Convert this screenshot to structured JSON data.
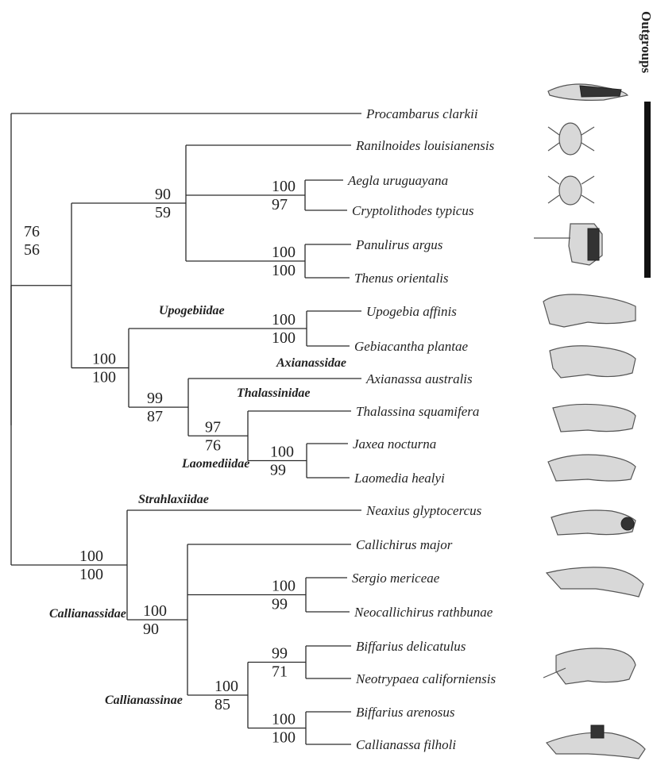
{
  "outgroup_label": "Outgroups",
  "taxa": [
    "Procambarus clarkii",
    "Ranilnoides louisianensis",
    "Aegla uruguayana",
    "Cryptolithodes typicus",
    "Panulirus argus",
    "Thenus orientalis",
    "Upogebia affinis",
    "Gebiacantha plantae",
    "Axianassa australis",
    "Thalassina squamifera",
    "Jaxea nocturna",
    "Laomedia healyi",
    "Neaxius glyptocercus",
    "Callichirus major",
    "Sergio mericeae",
    "Neocallichirus rathbunae",
    "Biffarius delicatulus",
    "Neotrypaea californiensis",
    "Biffarius arenosus",
    "Callianassa filholi"
  ],
  "support": {
    "n_root": [
      "76",
      "56"
    ],
    "n_outgroup": [
      "90",
      "59"
    ],
    "n_aegla": [
      "100",
      "97"
    ],
    "n_palinurid": [
      "100",
      "100"
    ],
    "n_gebiidea": [
      "100",
      "100"
    ],
    "n_upogebiidae": [
      "100",
      "100"
    ],
    "n_axian_thal": [
      "99",
      "87"
    ],
    "n_thal_laom": [
      "97",
      "76"
    ],
    "n_laomediidae": [
      "100",
      "99"
    ],
    "n_axiidea": [
      "100",
      "100"
    ],
    "n_callianassidae": [
      "100",
      "90"
    ],
    "n_sergio": [
      "100",
      "99"
    ],
    "n_callianassinae": [
      "100",
      "85"
    ],
    "n_biffarius_d": [
      "99",
      "71"
    ],
    "n_biffarius_a": [
      "100",
      "100"
    ]
  },
  "families": {
    "upogebiidae": "Upogebiidae",
    "axianassidae": "Axianassidae",
    "thalassinidae": "Thalassinidae",
    "laomediidae": "Laomediidae",
    "strahlaxiidae": "Strahlaxiidae",
    "callianassidae": "Callianassidae",
    "callianassinae": "Callianassinae"
  }
}
